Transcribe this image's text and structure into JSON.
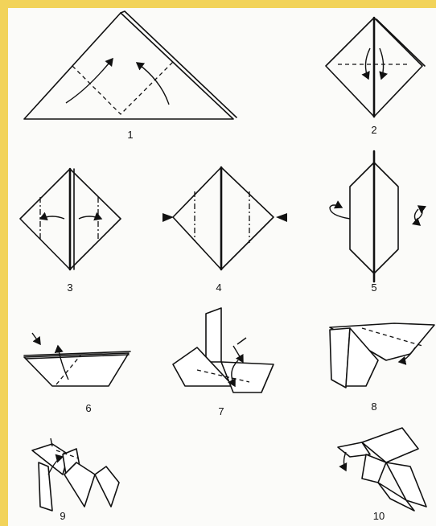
{
  "steps": [
    {
      "number": "1"
    },
    {
      "number": "2"
    },
    {
      "number": "3"
    },
    {
      "number": "4"
    },
    {
      "number": "5"
    },
    {
      "number": "6"
    },
    {
      "number": "7"
    },
    {
      "number": "8"
    },
    {
      "number": "9"
    },
    {
      "number": "10"
    }
  ],
  "colors": {
    "border": "#f2d35a",
    "paper": "#fbfbf9",
    "ink": "#111111"
  }
}
